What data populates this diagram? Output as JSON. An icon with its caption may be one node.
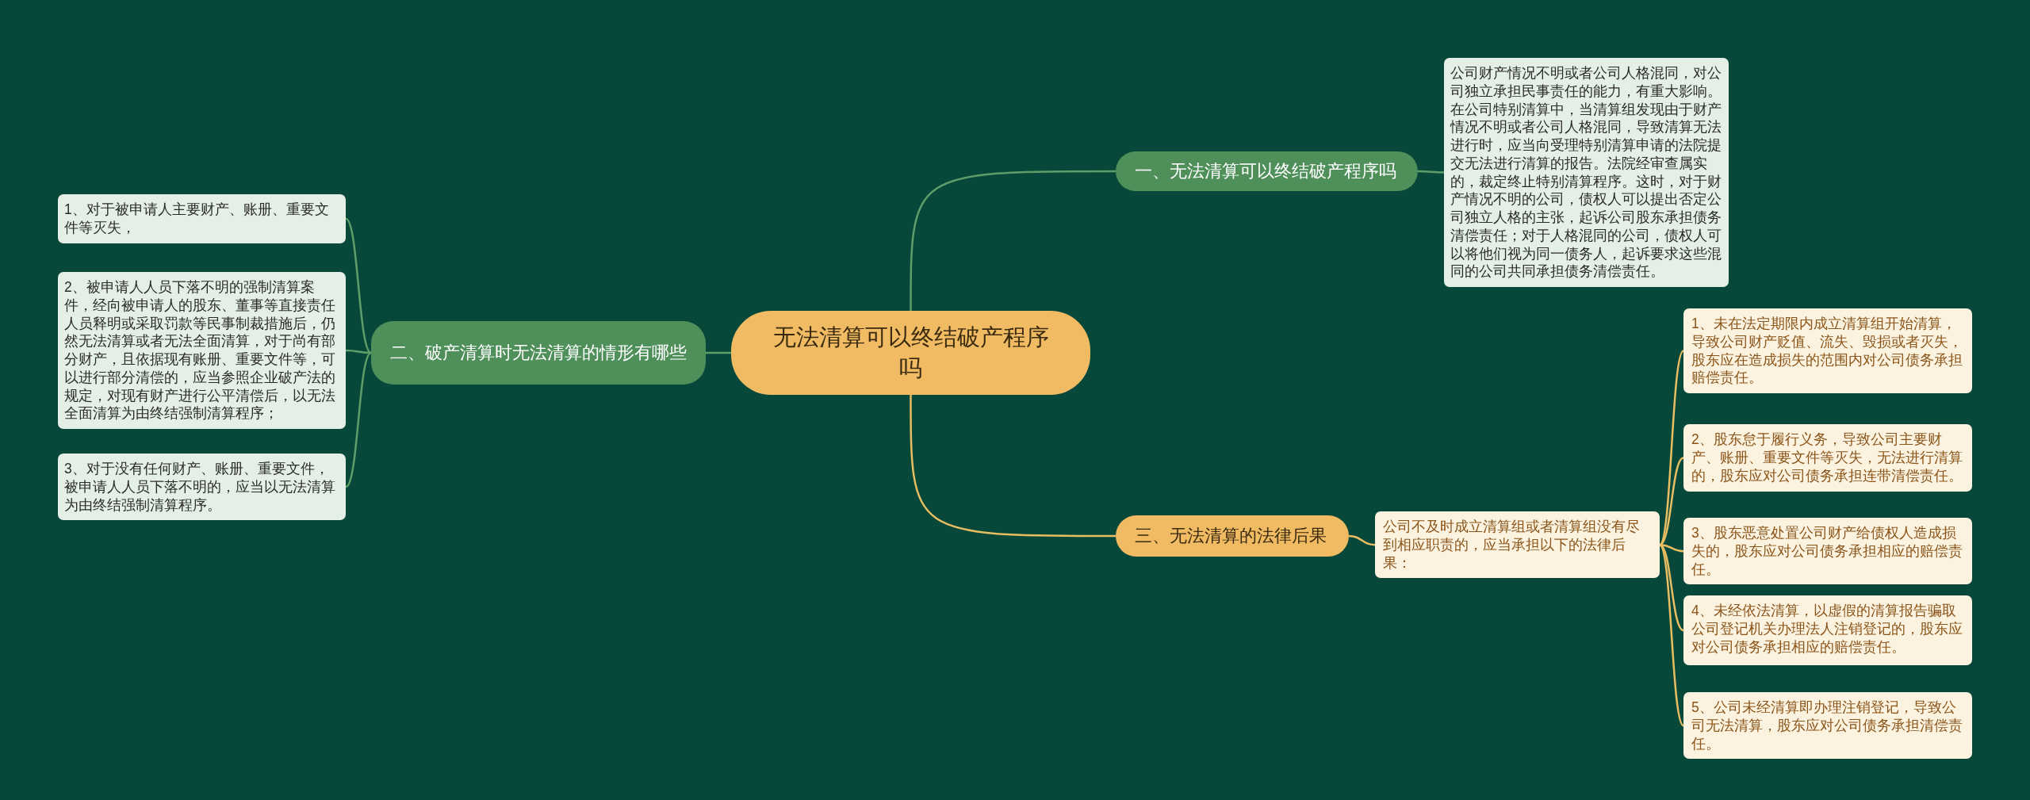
{
  "diagram": {
    "nodes": [
      {
        "text": [
          "无法清算可以终结破产程序吗"
        ]
      },
      {
        "text": [
          "一、无法清算可以终结破产程序吗"
        ]
      },
      {
        "text": [
          "公司财产情况不明或者公司人格混同，对公司独立承担民事责任的能力，有重大影响。在公司特别清算中，当清算组发现由于财产情况不明或者公司人格混同，导致清算无法进行时，应当向受理特别清算申请的法院提交无法进行清算的报告。法院经审查属实的，裁定终止特别清算程序。这时，对于财产情况不明的公司，债权人可以提出否定公司独立人格的主张，起诉公司股东承担债务清偿责任；对于人格混同的公司，债权人可以将他们视为同一债务人，起诉要求这些混同的公司共同承担债务清偿责任。"
        ]
      },
      {
        "text": [
          "二、破产清算时无法清算的情形有哪些"
        ]
      },
      {
        "text": [
          "1、对于被申请人主要财产、账册、重要文件等灭失，"
        ]
      },
      {
        "text": [
          "2、被申请人人员下落不明的强制清算案件，经向被申请人的股东、董事等直接责任人员释明或采取罚款等民事制裁措施后，仍然无法清算或者无法全面清算，对于尚有部分财产，且依据现有账册、重要文件等，可以进行部分清偿的，应当参照企业破产法的规定，对现有财产进行公平清偿后，以无法全面清算为由终结强制清算程序；"
        ]
      },
      {
        "text": [
          "3、对于没有任何财产、账册、重要文件，被申请人人员下落不明的，应当以无法清算为由终结强制清算程序。"
        ]
      },
      {
        "text": [
          "三、无法清算的法律后果"
        ]
      },
      {
        "text": [
          "公司不及时成立清算组或者清算组没有尽到相应职责的，应当承担以下的法律后果："
        ]
      },
      {
        "text": [
          "1、未在法定期限内成立清算组开始清算，导致公司财产贬值、流失、毁损或者灭失，股东应在造成损失的范围内对公司债务承担赔偿责任。"
        ]
      },
      {
        "text": [
          "2、股东怠于履行义务，导致公司主要财产、账册、重要文件等灭失，无法进行清算的，股东应对公司债务承担连带清偿责任。"
        ]
      },
      {
        "text": [
          "3、股东恶意处置公司财产给债权人造成损失的，股东应对公司债务承担相应的赔偿责任。"
        ]
      },
      {
        "text": [
          "4、未经依法清算，以虚假的清算报告骗取公司登记机关办理法人注销登记的，股东应对公司债务承担相应的赔偿责任。"
        ]
      },
      {
        "text": [
          "5、公司未经清算即办理注销登记，导致公司无法清算，股东应对公司债务承担清偿责任。"
        ]
      }
    ],
    "edges": [
      {
        "from": 0,
        "to": 1,
        "arrow": "none",
        "color": "#5f9e68"
      },
      {
        "from": 1,
        "to": 2,
        "arrow": "none",
        "color": "#5f9e68"
      },
      {
        "from": 0,
        "to": 3,
        "arrow": "none",
        "color": "#5f9e68"
      },
      {
        "from": 3,
        "to": 4,
        "arrow": "none",
        "color": "#5f9e68"
      },
      {
        "from": 3,
        "to": 5,
        "arrow": "none",
        "color": "#5f9e68"
      },
      {
        "from": 3,
        "to": 6,
        "arrow": "none",
        "color": "#5f9e68"
      },
      {
        "from": 0,
        "to": 7,
        "arrow": "none",
        "color": "#e9bd62"
      },
      {
        "from": 7,
        "to": 8,
        "arrow": "none",
        "color": "#e9bd62"
      },
      {
        "from": 8,
        "to": 9,
        "arrow": "none",
        "color": "#e9bd62"
      },
      {
        "from": 8,
        "to": 10,
        "arrow": "none",
        "color": "#e9bd62"
      },
      {
        "from": 8,
        "to": 11,
        "arrow": "none",
        "color": "#e9bd62"
      },
      {
        "from": 8,
        "to": 12,
        "arrow": "none",
        "color": "#e9bd62"
      },
      {
        "from": 8,
        "to": 13,
        "arrow": "none",
        "color": "#e9bd62"
      }
    ]
  }
}
